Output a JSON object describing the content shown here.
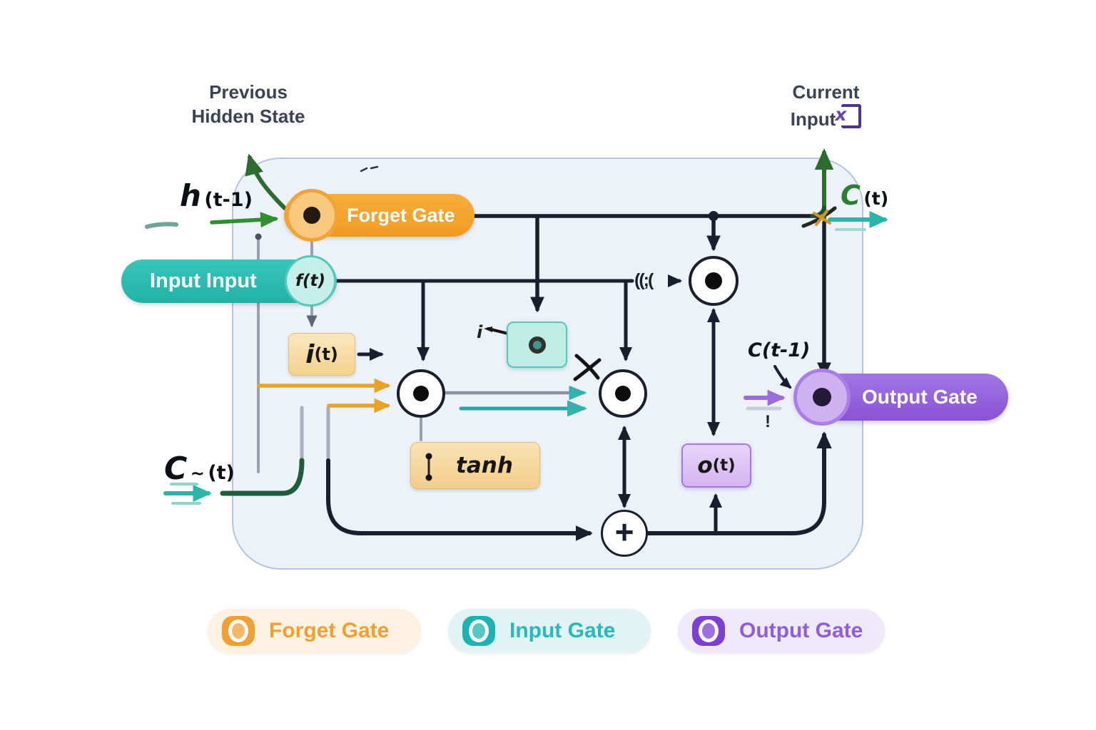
{
  "diagram": {
    "top_labels": {
      "previous_hidden_line1": "Previous",
      "previous_hidden_line2": "Hidden State",
      "current_input_line1": "Current",
      "current_input_line2": "Input",
      "current_input_icon": "x"
    },
    "io_labels": {
      "h_prev_main": "h",
      "h_prev_sub": "(t-1)",
      "c_out_main": "C",
      "c_out_sub": "(t)",
      "c_cand_main": "C",
      "c_cand_tilde": "~",
      "c_cand_sub": "(t)",
      "c_prev": "C(t-1)"
    },
    "nodes": {
      "forget_gate_label": "Forget Gate",
      "input_pill_label": "Input Input",
      "input_pill_badge": "f(t)",
      "i_box_main": "i",
      "i_box_sub": "(t)",
      "o_box_main": "o",
      "o_box_sub": "(t)",
      "tanh_label": "tanh",
      "plus_sign": "+",
      "output_gate_label": "Output Gate"
    },
    "artifacts": {
      "scribble_left_of_mult": "((;(",
      "exclamation": "!",
      "i_glyph": "i"
    },
    "colors": {
      "forget_orange": "#f2a232",
      "input_teal": "#2ec0b4",
      "output_purple": "#8f5fdb",
      "cell_bg": "#edf1f8",
      "cell_border": "#b6c4e4",
      "wire_black": "#1a1f2e",
      "wire_gray": "#9aa2b0",
      "arrow_green": "#2f8f2f",
      "deep_green": "#1e5e38",
      "teal_arrow": "#2ab5a8",
      "orange_arrow": "#e8a327"
    },
    "legend": {
      "items": [
        {
          "label": "Forget Gate",
          "color": "#f0a030",
          "bg": "#fdf2e2"
        },
        {
          "label": "Input Gate",
          "color": "#29b9bb",
          "bg": "#e2f3f5"
        },
        {
          "label": "Output Gate",
          "color": "#8d60d8",
          "bg": "#efeafa"
        }
      ]
    }
  }
}
